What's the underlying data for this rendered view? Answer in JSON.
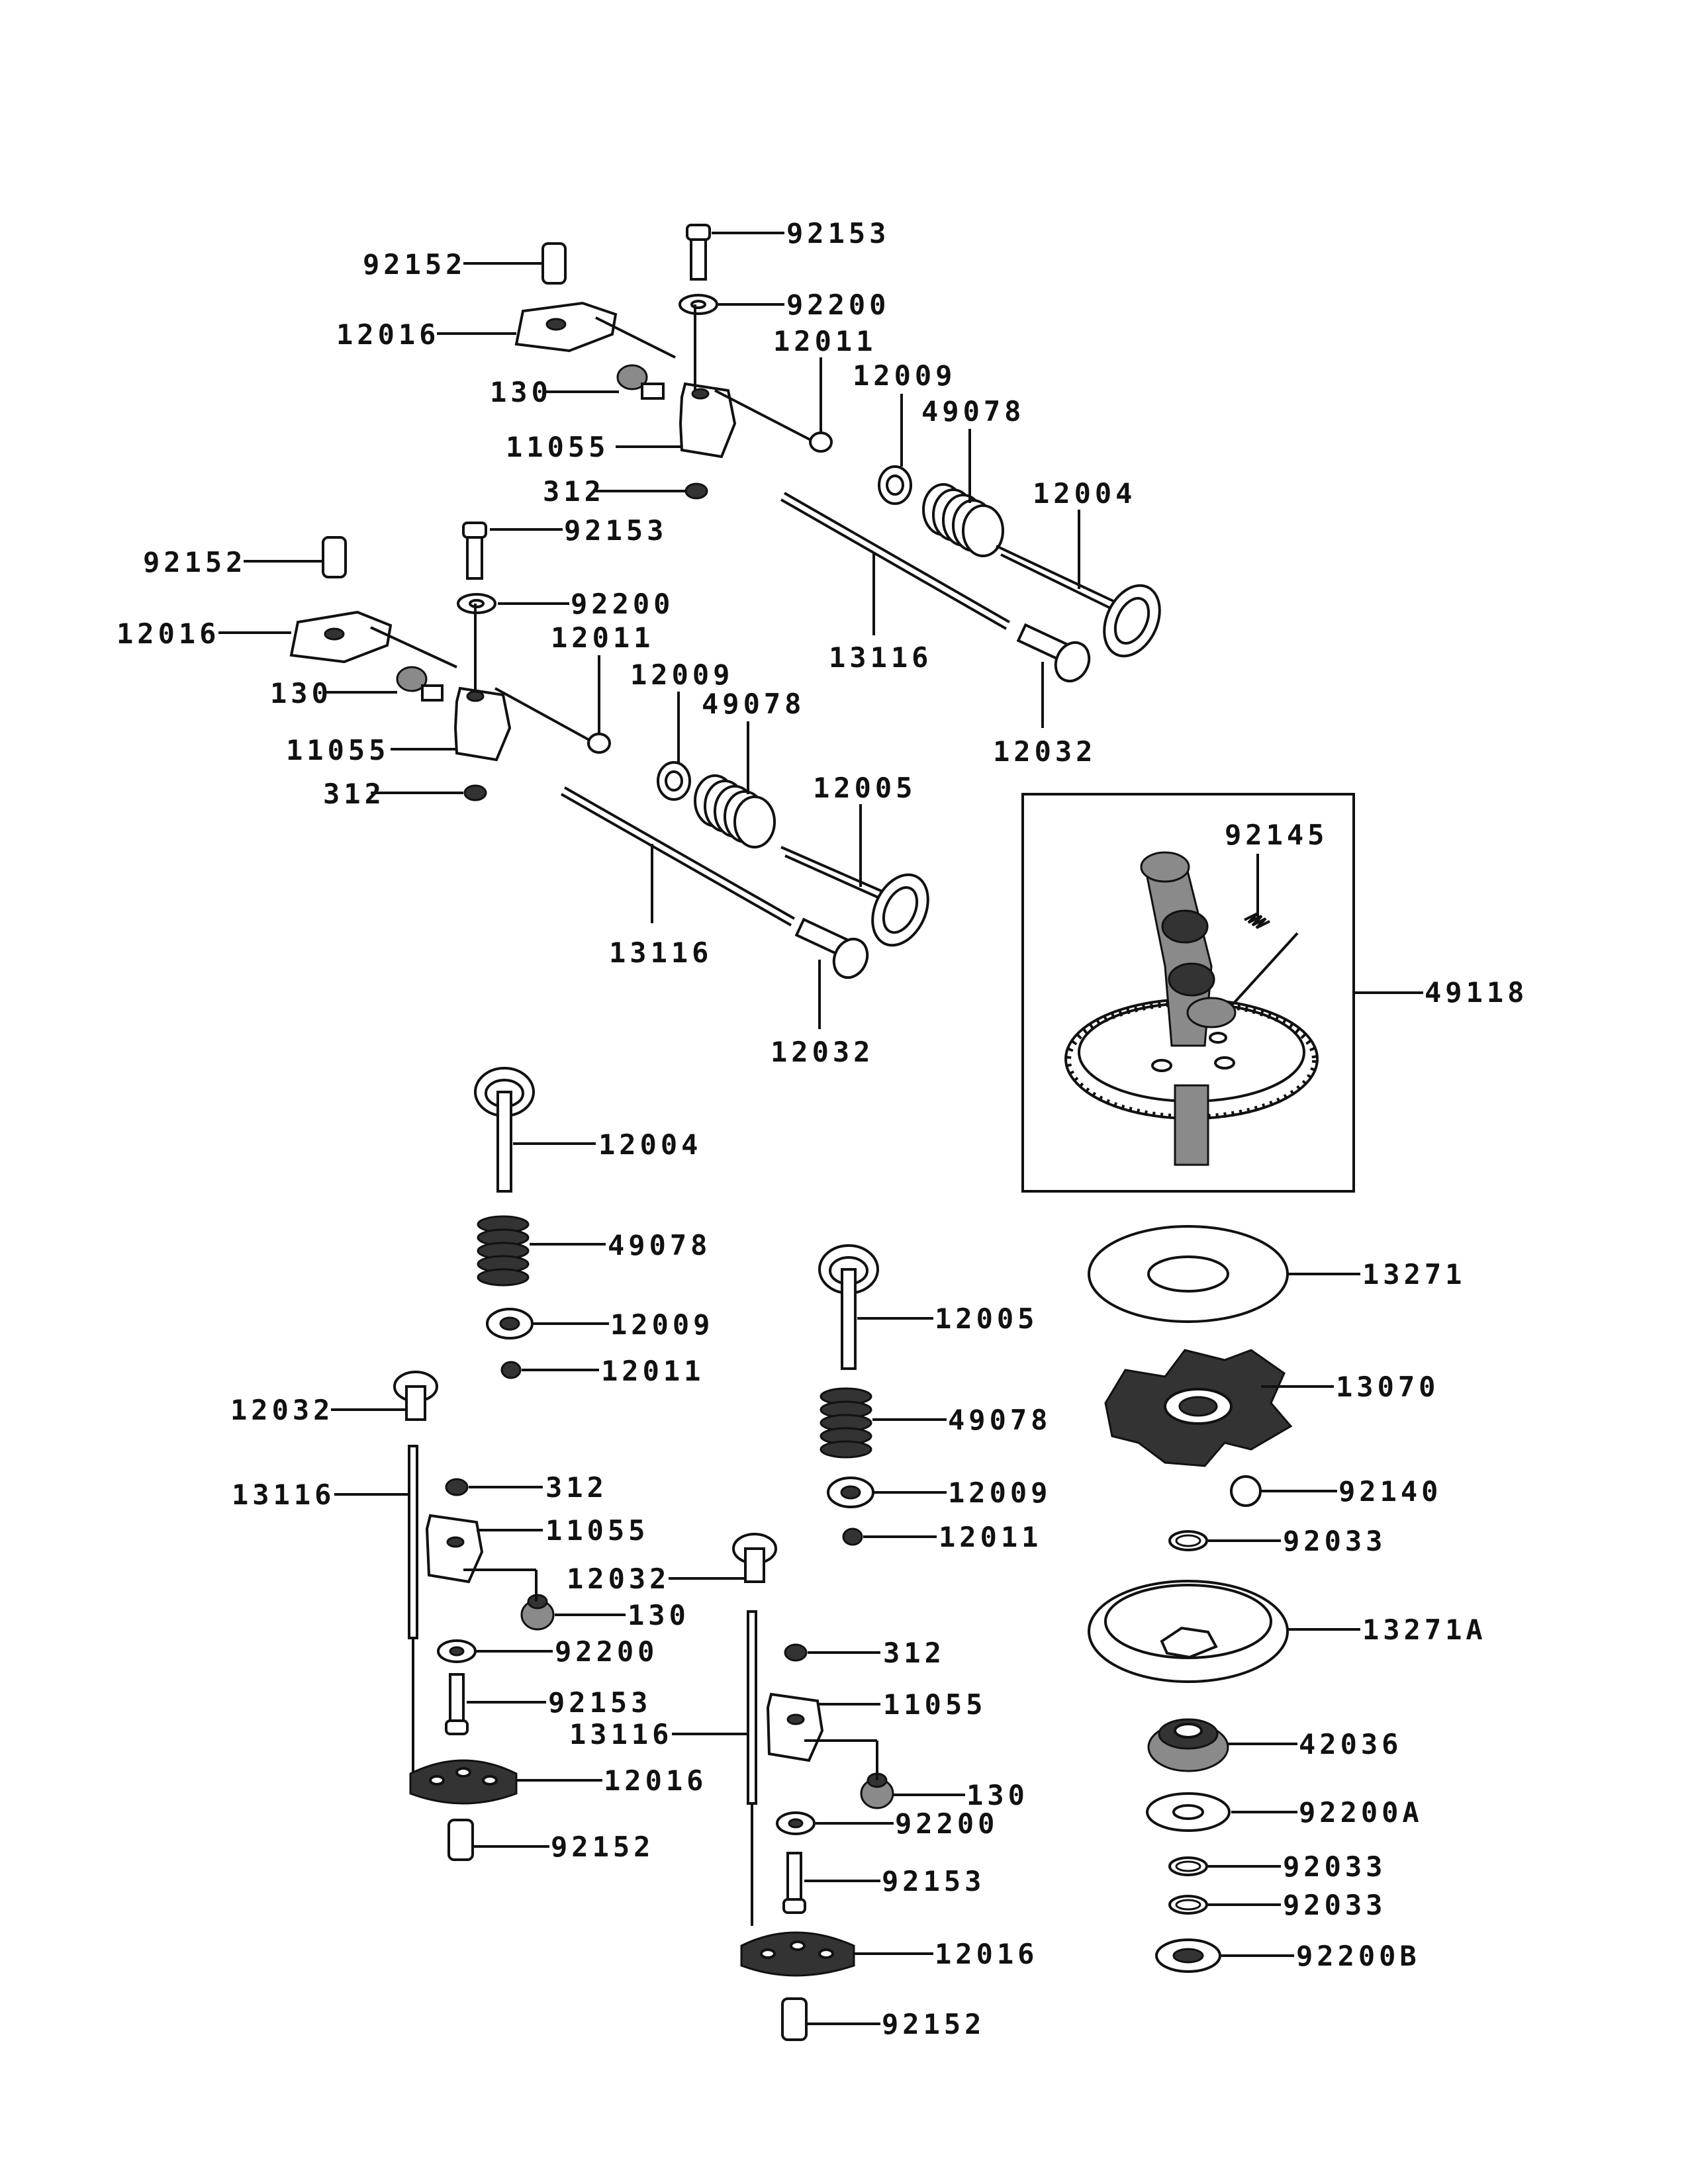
{
  "callouts": [
    {
      "id": "c-92153-a",
      "text": "92153"
    },
    {
      "id": "c-92200-a",
      "text": "92200"
    },
    {
      "id": "c-92152-a",
      "text": "92152"
    },
    {
      "id": "c-12016-a",
      "text": "12016"
    },
    {
      "id": "c-12011-a",
      "text": "12011"
    },
    {
      "id": "c-130-a",
      "text": "130"
    },
    {
      "id": "c-12009-a",
      "text": "12009"
    },
    {
      "id": "c-49078-a",
      "text": "49078"
    },
    {
      "id": "c-11055-a",
      "text": "11055"
    },
    {
      "id": "c-312-a",
      "text": "312"
    },
    {
      "id": "c-12004-a",
      "text": "12004"
    },
    {
      "id": "c-13116-a",
      "text": "13116"
    },
    {
      "id": "c-12032-a",
      "text": "12032"
    },
    {
      "id": "c-92152-b",
      "text": "92152"
    },
    {
      "id": "c-92153-b",
      "text": "92153"
    },
    {
      "id": "c-12016-b",
      "text": "12016"
    },
    {
      "id": "c-92200-b",
      "text": "92200"
    },
    {
      "id": "c-12011-b",
      "text": "12011"
    },
    {
      "id": "c-130-b",
      "text": "130"
    },
    {
      "id": "c-12009-b",
      "text": "12009"
    },
    {
      "id": "c-49078-b",
      "text": "49078"
    },
    {
      "id": "c-11055-b",
      "text": "11055"
    },
    {
      "id": "c-12005-a",
      "text": "12005"
    },
    {
      "id": "c-312-b",
      "text": "312"
    },
    {
      "id": "c-92145",
      "text": "92145"
    },
    {
      "id": "c-49118",
      "text": "49118"
    },
    {
      "id": "c-13116-b",
      "text": "13116"
    },
    {
      "id": "c-12032-b",
      "text": "12032"
    },
    {
      "id": "c-12004-b",
      "text": "12004"
    },
    {
      "id": "c-49078-c",
      "text": "49078"
    },
    {
      "id": "c-12009-c",
      "text": "12009"
    },
    {
      "id": "c-12011-c",
      "text": "12011"
    },
    {
      "id": "c-13271",
      "text": "13271"
    },
    {
      "id": "c-12005-b",
      "text": "12005"
    },
    {
      "id": "c-13070",
      "text": "13070"
    },
    {
      "id": "c-12032-c",
      "text": "12032"
    },
    {
      "id": "c-49078-d",
      "text": "49078"
    },
    {
      "id": "c-12009-d",
      "text": "12009"
    },
    {
      "id": "c-92140",
      "text": "92140"
    },
    {
      "id": "c-13116-c",
      "text": "13116"
    },
    {
      "id": "c-312-c",
      "text": "312"
    },
    {
      "id": "c-11055-c",
      "text": "11055"
    },
    {
      "id": "c-12011-d",
      "text": "12011"
    },
    {
      "id": "c-92033-a",
      "text": "92033"
    },
    {
      "id": "c-12032-d",
      "text": "12032"
    },
    {
      "id": "c-130-c",
      "text": "130"
    },
    {
      "id": "c-13271A",
      "text": "13271A"
    },
    {
      "id": "c-92200-c",
      "text": "92200"
    },
    {
      "id": "c-92153-c",
      "text": "92153"
    },
    {
      "id": "c-312-d",
      "text": "312"
    },
    {
      "id": "c-11055-d",
      "text": "11055"
    },
    {
      "id": "c-13116-d",
      "text": "13116"
    },
    {
      "id": "c-42036",
      "text": "42036"
    },
    {
      "id": "c-12016-c",
      "text": "12016"
    },
    {
      "id": "c-130-d",
      "text": "130"
    },
    {
      "id": "c-92200A",
      "text": "92200A"
    },
    {
      "id": "c-92200-d",
      "text": "92200"
    },
    {
      "id": "c-92152-c",
      "text": "92152"
    },
    {
      "id": "c-92033-b",
      "text": "92033"
    },
    {
      "id": "c-92153-d",
      "text": "92153"
    },
    {
      "id": "c-92033-c",
      "text": "92033"
    },
    {
      "id": "c-12016-d",
      "text": "12016"
    },
    {
      "id": "c-92200B",
      "text": "92200B"
    },
    {
      "id": "c-92152-d",
      "text": "92152"
    }
  ]
}
